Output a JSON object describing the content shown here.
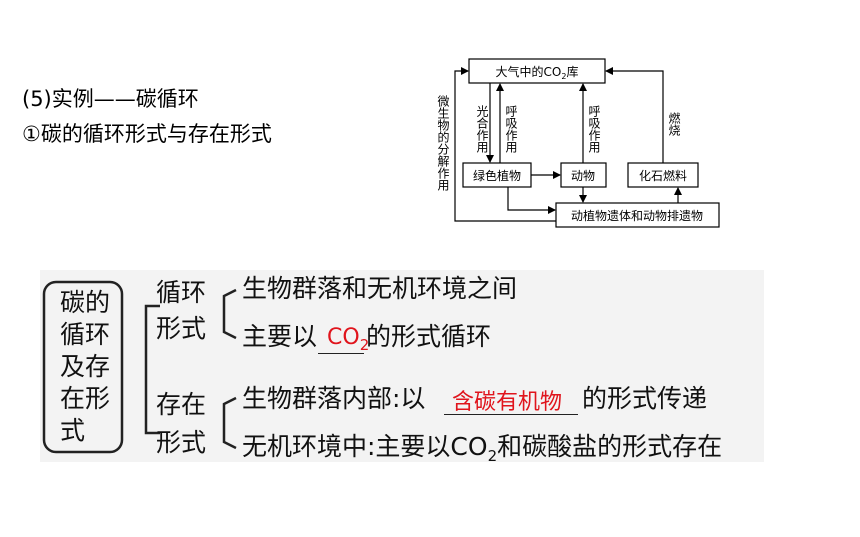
{
  "heading": {
    "line1": "(5)实例——碳循环",
    "line2": "①碳的循环形式与存在形式"
  },
  "cycle": {
    "atmosphere_prefix": "大气中的CO",
    "atmosphere_sub": "2",
    "atmosphere_suffix": "库",
    "plants": "绿色植物",
    "animals": "动物",
    "fossil": "化石燃料",
    "remains": "动植物遗体和动物排遗物",
    "photosynthesis": "光合作用",
    "respiration_plants": "呼吸作用",
    "respiration_animals": "呼吸作用",
    "burning": "燃烧",
    "decomposition": "微生物的分解作用"
  },
  "summary": {
    "root": [
      "碳的",
      "循环",
      "及存",
      "在形",
      "式"
    ],
    "cycle_form_label": [
      "循环",
      "形式"
    ],
    "cycle_line1": "生物群落和无机环境之间",
    "cycle_line2_prefix": "主要以",
    "cycle_line2_blank_main": "CO",
    "cycle_line2_blank_sub": "2",
    "cycle_line2_suffix": "的形式循环",
    "exist_form_label": [
      "存在",
      "形式"
    ],
    "exist_line1_prefix": "生物群落内部:以",
    "exist_line1_blank": "含碳有机物",
    "exist_line1_suffix": "的形式传递",
    "exist_line2_prefix": "无机环境中:主要以CO",
    "exist_line2_sub": "2",
    "exist_line2_suffix": "和碳酸盐的形式存在"
  },
  "colors": {
    "answer_red": "#e0141c"
  }
}
